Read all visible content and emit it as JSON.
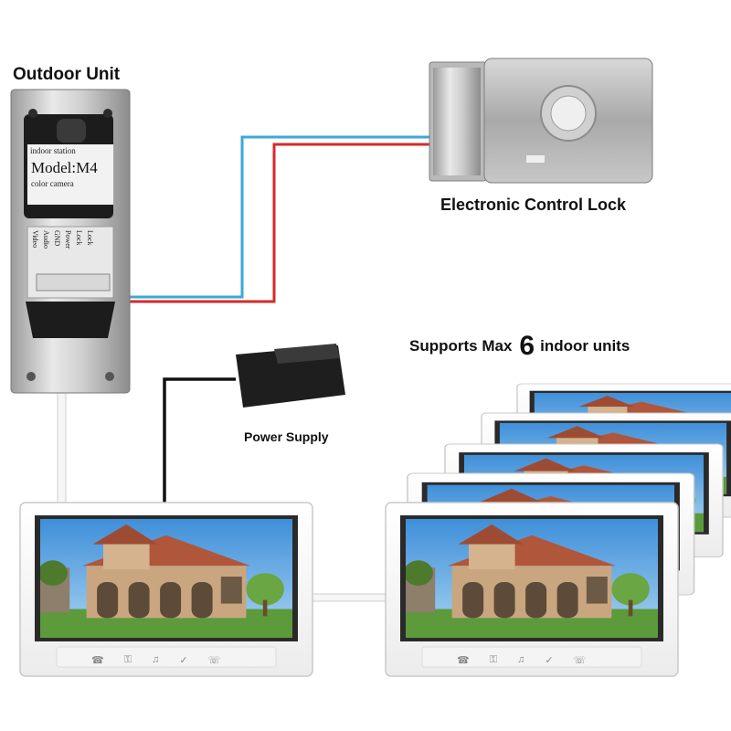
{
  "labels": {
    "outdoor_unit": "Outdoor Unit",
    "electronic_lock": "Electronic Control Lock",
    "supports_prefix": "Supports Max",
    "supports_count": "6",
    "supports_suffix": "indoor units",
    "power_supply": "Power Supply"
  },
  "outdoor_panel": {
    "line1": "indoor station",
    "model": "Model:M4",
    "line3": "color camera",
    "terminals": [
      "Video",
      "Audio",
      "GND",
      "Power",
      "Lock",
      "Lock"
    ]
  },
  "indoor_monitor": {
    "button_icons": [
      "phone-icon",
      "key-icon",
      "bell-icon",
      "wrench-icon",
      "handset-icon"
    ]
  },
  "colors": {
    "wire_blue": "#3aa9d6",
    "wire_red": "#d42a2a",
    "wire_black": "#111111"
  }
}
